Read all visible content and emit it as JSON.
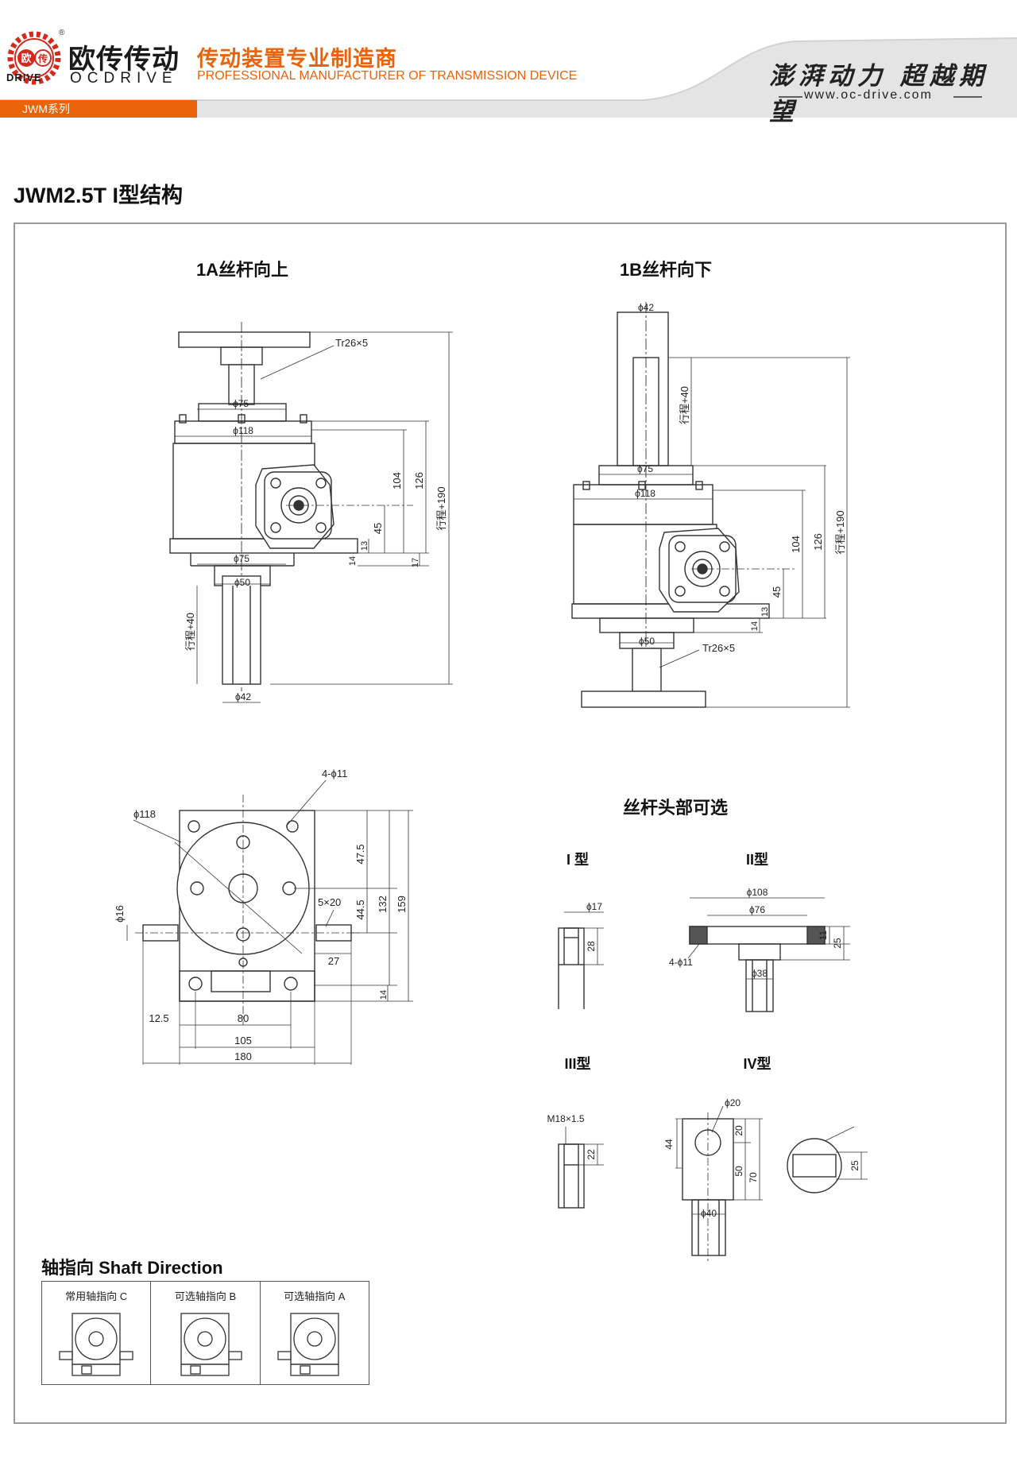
{
  "header": {
    "brand_cn": "欧传传动",
    "brand_en": "OCDRIVE",
    "brand_drive": "DRIVE",
    "logo_text_1": "欧",
    "logo_text_2": "传",
    "registered": "®",
    "slogan_cn": "传动装置专业制造商",
    "slogan_en": "PROFESSIONAL MANUFACTURER OF TRANSMISSION DEVICE",
    "motto": "澎湃动力 超越期望",
    "website": "www.oc-drive.com",
    "series_tab": "JWM系列",
    "brand_color": "#e8630a"
  },
  "page_title": "JWM2.5T I型结构",
  "drawings": {
    "view_1a": {
      "title": "1A丝杆向上",
      "thread": "Tr26×5",
      "d75_top": "ϕ75",
      "d118": "ϕ118",
      "d75_bottom": "ϕ75",
      "d50": "ϕ50",
      "d42": "ϕ42",
      "stroke": "行程+40",
      "dim_104": "104",
      "dim_126": "126",
      "dim_stroke190": "行程+190",
      "dim_45": "45",
      "dim_13": "13",
      "dim_14": "14",
      "dim_17": "17"
    },
    "view_1b": {
      "title": "1B丝杆向下",
      "d42": "ϕ42",
      "stroke": "行程+40",
      "d75": "ϕ75",
      "d118": "ϕ118",
      "d50": "ϕ50",
      "thread": "Tr26×5",
      "dim_104": "104",
      "dim_126": "126",
      "dim_stroke190": "行程+190",
      "dim_45": "45",
      "dim_13": "13",
      "dim_14": "14"
    },
    "side_view": {
      "holes": "4-ϕ11",
      "d118": "ϕ118",
      "d16": "ϕ16",
      "key": "5×20",
      "dim_47_5": "47.5",
      "dim_44_5": "44.5",
      "dim_132": "132",
      "dim_159": "159",
      "dim_27": "27",
      "dim_14": "14",
      "dim_12_5": "12.5",
      "dim_80": "80",
      "dim_105": "105",
      "dim_180": "180"
    },
    "heads": {
      "title": "丝杆头部可选",
      "type1": {
        "label": "I 型",
        "d17": "ϕ17",
        "dim_28": "28"
      },
      "type2": {
        "label": "II型",
        "d108": "ϕ108",
        "d76": "ϕ76",
        "holes": "4-ϕ11",
        "d38": "ϕ38",
        "dim_11": "11",
        "dim_25": "25"
      },
      "type3": {
        "label": "III型",
        "thread": "M18×1.5",
        "dim_22": "22"
      },
      "type4": {
        "label": "IV型",
        "d20": "ϕ20",
        "d40": "ϕ40",
        "dim_44": "44",
        "dim_20": "20",
        "dim_50": "50",
        "dim_70": "70",
        "dim_25": "25"
      }
    }
  },
  "shaft_direction": {
    "title": "轴指向 Shaft Direction",
    "cells": [
      {
        "caption": "常用轴指向 C"
      },
      {
        "caption": "可选轴指向 B"
      },
      {
        "caption": "可选轴指向 A"
      }
    ]
  }
}
